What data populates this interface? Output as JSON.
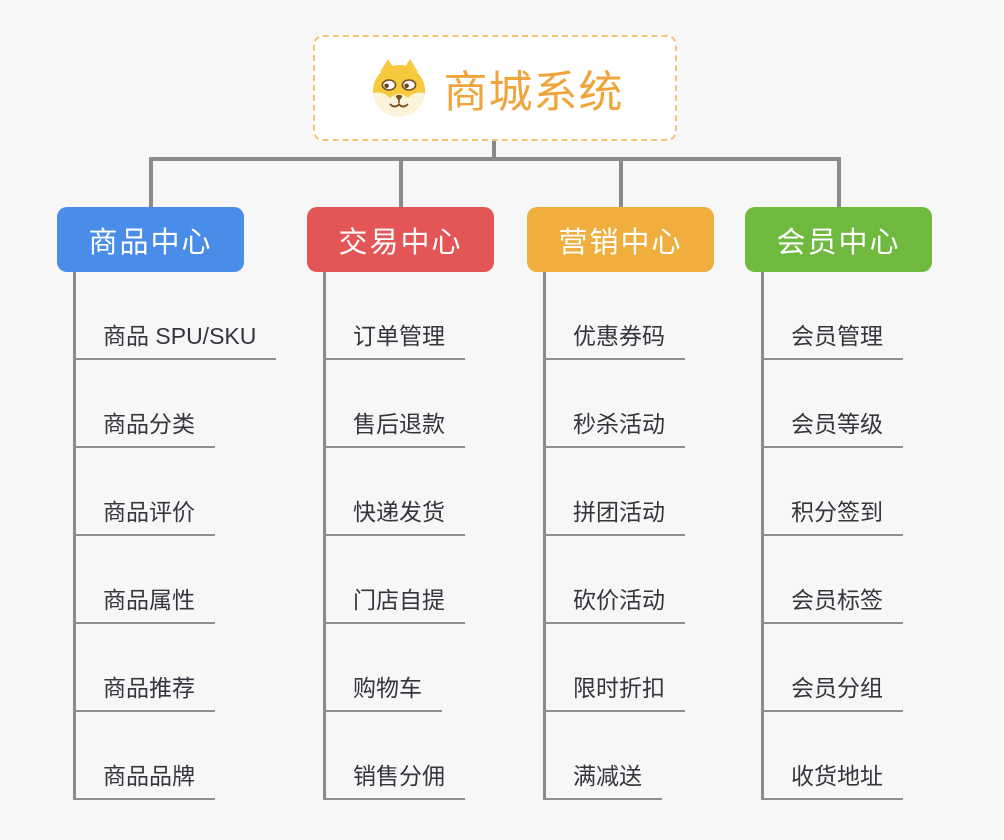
{
  "root": {
    "title": "商城系统",
    "icon": "shiba-dog-icon"
  },
  "branches": [
    {
      "label": "商品中心",
      "color": "#4A8DE8",
      "children": [
        "商品 SPU/SKU",
        "商品分类",
        "商品评价",
        "商品属性",
        "商品推荐",
        "商品品牌"
      ]
    },
    {
      "label": "交易中心",
      "color": "#E45656",
      "children": [
        "订单管理",
        "售后退款",
        "快递发货",
        "门店自提",
        "购物车",
        "销售分佣"
      ]
    },
    {
      "label": "营销中心",
      "color": "#EFAE3D",
      "children": [
        "优惠券码",
        "秒杀活动",
        "拼团活动",
        "砍价活动",
        "限时折扣",
        "满减送"
      ]
    },
    {
      "label": "会员中心",
      "color": "#6FB93F",
      "children": [
        "会员管理",
        "会员等级",
        "积分签到",
        "会员标签",
        "会员分组",
        "收货地址"
      ]
    }
  ],
  "style": {
    "background": "#F7F7F7",
    "connector_color": "#8A8A8A",
    "underline_color": "#8F8F8F",
    "root_accent": "#F0A53C",
    "root_border": "#F5C478",
    "child_text": "#33363C",
    "node_text": "#FFFFFF"
  }
}
